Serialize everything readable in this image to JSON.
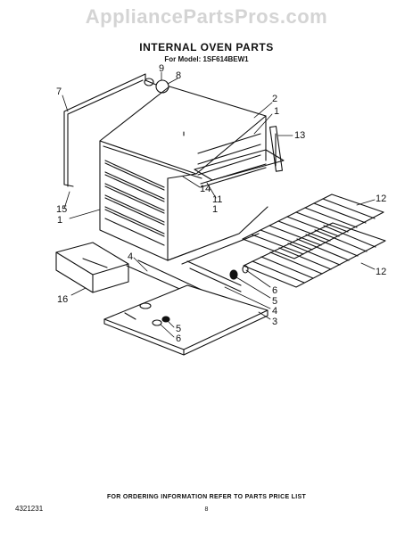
{
  "watermark": "AppliancePartsPros.com",
  "title": "INTERNAL OVEN PARTS",
  "subtitle": "For Model: 1SF614BEW1",
  "callouts": [
    {
      "label": "1"
    },
    {
      "label": "1"
    },
    {
      "label": "1"
    },
    {
      "label": "2"
    },
    {
      "label": "3"
    },
    {
      "label": "4"
    },
    {
      "label": "4"
    },
    {
      "label": "5"
    },
    {
      "label": "5"
    },
    {
      "label": "6"
    },
    {
      "label": "6"
    },
    {
      "label": "7"
    },
    {
      "label": "8"
    },
    {
      "label": "9"
    },
    {
      "label": "11"
    },
    {
      "label": "12"
    },
    {
      "label": "12"
    },
    {
      "label": "13"
    },
    {
      "label": "14"
    },
    {
      "label": "15"
    },
    {
      "label": "16"
    }
  ],
  "footer_note": "FOR ORDERING INFORMATION REFER TO PARTS PRICE LIST",
  "page_number": "8",
  "doc_number": "4321231"
}
